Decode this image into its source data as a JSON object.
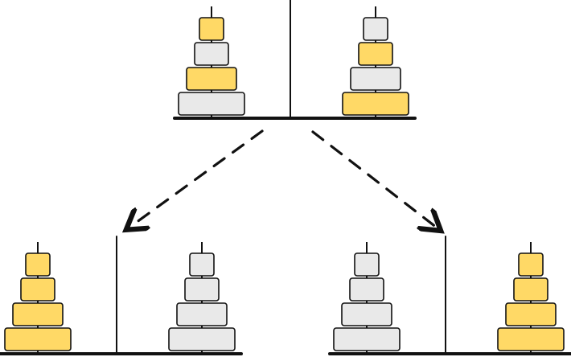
{
  "colors": {
    "background": "#ffffff",
    "stroke": "#111111",
    "yellow_fill": "#ffd966",
    "gray_fill": "#e9e9e9"
  },
  "figure": {
    "type": "stacked-disk-towers",
    "top_scene": {
      "left_tower": [
        "yellow",
        "gray",
        "yellow",
        "gray"
      ],
      "right_tower": [
        "gray",
        "yellow",
        "gray",
        "yellow"
      ]
    },
    "bottom_left_scene": {
      "left_tower": [
        "yellow",
        "yellow",
        "yellow",
        "yellow"
      ],
      "right_tower": [
        "gray",
        "gray",
        "gray",
        "gray"
      ]
    },
    "bottom_right_scene": {
      "left_tower": [
        "gray",
        "gray",
        "gray",
        "gray"
      ],
      "right_tower": [
        "yellow",
        "yellow",
        "yellow",
        "yellow"
      ]
    },
    "arrows": [
      {
        "from": "top_scene",
        "to": "bottom_left_scene",
        "style": "dashed"
      },
      {
        "from": "top_scene",
        "to": "bottom_right_scene",
        "style": "dashed"
      }
    ]
  }
}
